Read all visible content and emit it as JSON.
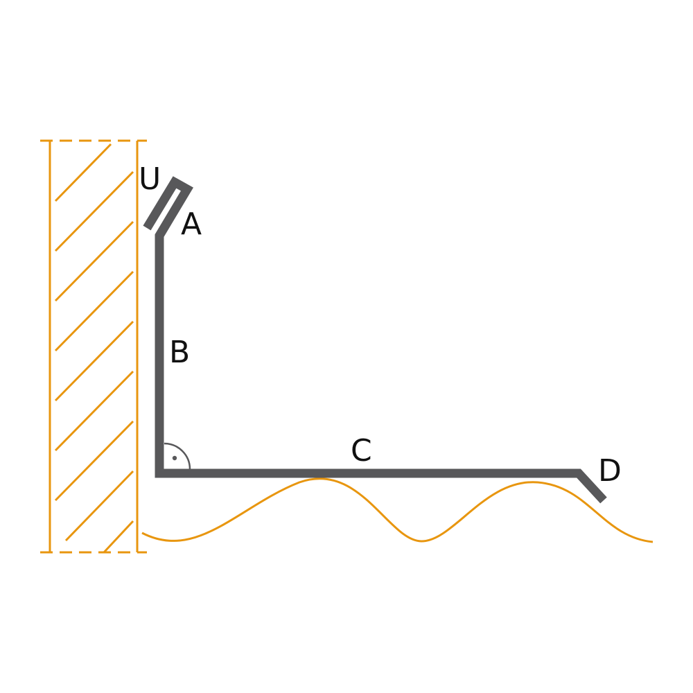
{
  "colors": {
    "background": "#ffffff",
    "wall": "#e8960f",
    "roof_sheet": "#e8960f",
    "flashing": "#58585a",
    "angle_marker": "#58585a",
    "label_text": "#111111"
  },
  "labels": {
    "u": "U",
    "a": "A",
    "b": "B",
    "c": "C",
    "d": "D"
  }
}
